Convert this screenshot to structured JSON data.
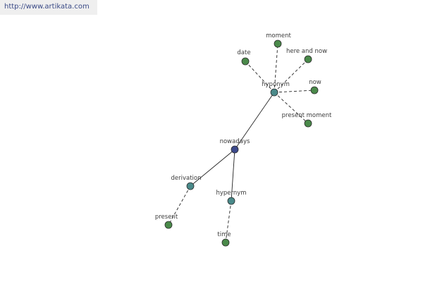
{
  "banner": {
    "url": "http://www.artikata.com"
  },
  "graph": {
    "colors": {
      "root": "#3d4a8c",
      "relation": "#4a8a8a",
      "word": "#4a8a4a",
      "edge": "#222222"
    },
    "nodes": [
      {
        "id": "nowadays",
        "label": "nowadays",
        "kind": "root"
      },
      {
        "id": "hyponym",
        "label": "hyponym",
        "kind": "relation"
      },
      {
        "id": "derivation",
        "label": "derivation",
        "kind": "relation"
      },
      {
        "id": "hypernym",
        "label": "hypernym",
        "kind": "relation"
      },
      {
        "id": "moment",
        "label": "moment",
        "kind": "word"
      },
      {
        "id": "date",
        "label": "date",
        "kind": "word"
      },
      {
        "id": "here-and-now",
        "label": "here and now",
        "kind": "word"
      },
      {
        "id": "now",
        "label": "now",
        "kind": "word"
      },
      {
        "id": "present-moment",
        "label": "present moment",
        "kind": "word"
      },
      {
        "id": "present",
        "label": "present",
        "kind": "word"
      },
      {
        "id": "time",
        "label": "time",
        "kind": "word"
      }
    ],
    "edges": [
      {
        "from": "nowadays",
        "to": "hyponym",
        "style": "solid"
      },
      {
        "from": "nowadays",
        "to": "derivation",
        "style": "solid"
      },
      {
        "from": "nowadays",
        "to": "hypernym",
        "style": "solid"
      },
      {
        "from": "hyponym",
        "to": "moment",
        "style": "dashed"
      },
      {
        "from": "hyponym",
        "to": "date",
        "style": "dashed"
      },
      {
        "from": "hyponym",
        "to": "here-and-now",
        "style": "dashed"
      },
      {
        "from": "hyponym",
        "to": "now",
        "style": "dashed"
      },
      {
        "from": "hyponym",
        "to": "present-moment",
        "style": "dashed"
      },
      {
        "from": "derivation",
        "to": "present",
        "style": "dashed"
      },
      {
        "from": "hypernym",
        "to": "time",
        "style": "dashed"
      }
    ]
  }
}
